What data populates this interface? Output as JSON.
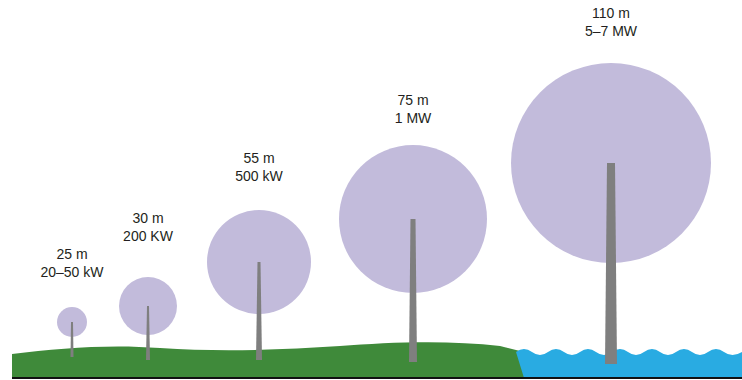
{
  "diagram": {
    "labels": [
      "25 m",
      "20–50 kW",
      "30 m",
      "200 KW",
      "55 m",
      "500 kW",
      "75 m",
      "1 MW",
      "110 m",
      "5–7 MW"
    ]
  }
}
